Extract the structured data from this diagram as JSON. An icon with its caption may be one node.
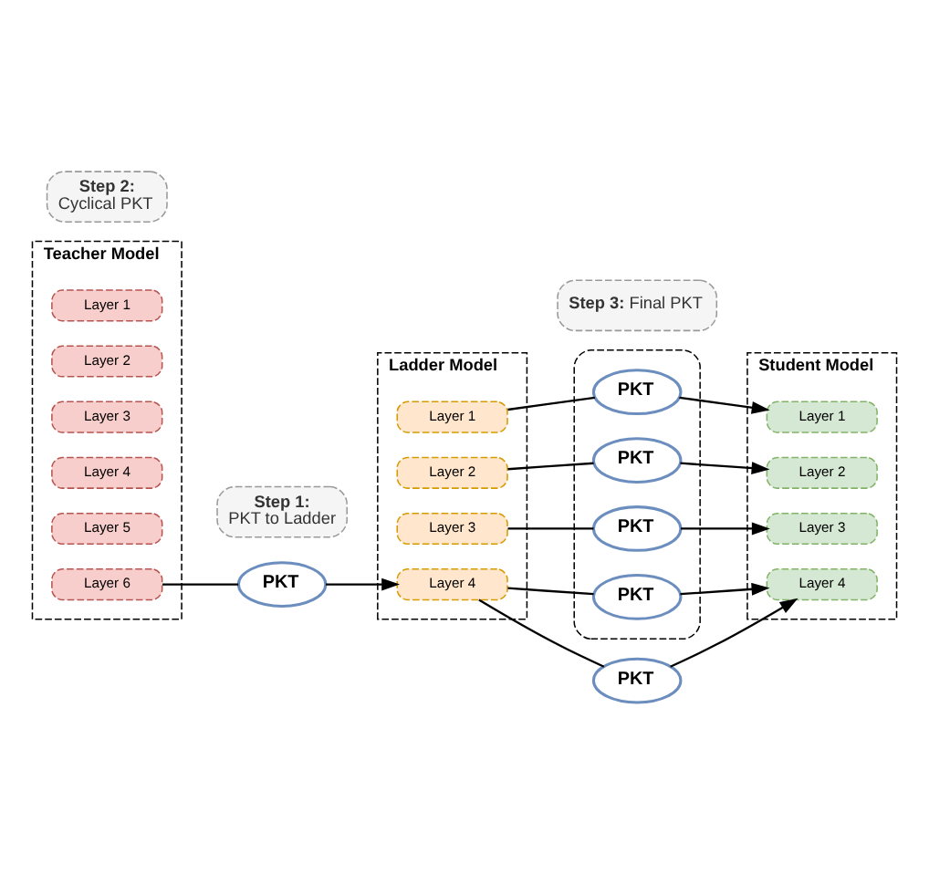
{
  "diagram": {
    "nodes": [
      {
        "text": [
          "Teacher Model"
        ]
      },
      {
        "text": [
          "Layer 1"
        ],
        "in": 0
      },
      {
        "text": [
          "Layer 2"
        ],
        "in": 0
      },
      {
        "text": [
          "Layer 3"
        ],
        "in": 0
      },
      {
        "text": [
          "Layer 4"
        ],
        "in": 0
      },
      {
        "text": [
          "Layer 5"
        ],
        "in": 0
      },
      {
        "text": [
          "Layer 6"
        ],
        "in": 0
      },
      {
        "text": [
          "Ladder Model"
        ]
      },
      {
        "text": [
          "Layer 1"
        ],
        "in": 7
      },
      {
        "text": [
          "Layer 2"
        ],
        "in": 7
      },
      {
        "text": [
          "Layer 3"
        ],
        "in": 7
      },
      {
        "text": [
          "Layer 4"
        ],
        "in": 7
      },
      {
        "text": [
          "Student Model"
        ]
      },
      {
        "text": [
          "Layer 1"
        ],
        "in": 12
      },
      {
        "text": [
          "Layer 2"
        ],
        "in": 12
      },
      {
        "text": [
          "Layer 3"
        ],
        "in": 12
      },
      {
        "text": [
          "Layer 4"
        ],
        "in": 12
      },
      {
        "text": [],
        "shape": "ellipse"
      },
      {
        "text": [
          "PKT"
        ],
        "in": 17
      },
      {
        "text": [
          "PKT"
        ],
        "in": 17
      },
      {
        "text": [
          "PKT"
        ],
        "in": 17
      },
      {
        "text": [
          "PKT"
        ],
        "in": 17
      },
      {
        "text": [
          "Step 2:",
          "Cyclical PKT"
        ]
      },
      {
        "text": [
          "PKT"
        ]
      },
      {
        "text": [
          "Step 1:",
          "PKT to Ladder"
        ]
      },
      {
        "text": [
          "PKT"
        ]
      },
      {
        "text": [
          "**Step 3:** Final PKT"
        ]
      }
    ],
    "edges": [
      {
        "from": 6,
        "to": 23,
        "arrow": "none"
      },
      {
        "from": 23,
        "to": 11,
        "arrow": "to"
      },
      {
        "from": 8,
        "to": 18,
        "arrow": "none"
      },
      {
        "from": 18,
        "to": 13,
        "arrow": "to"
      },
      {
        "from": 9,
        "to": 19,
        "arrow": "none"
      },
      {
        "from": 19,
        "to": 14,
        "arrow": "to"
      },
      {
        "from": 10,
        "to": 20,
        "arrow": "none"
      },
      {
        "from": 20,
        "to": 15,
        "arrow": "to"
      },
      {
        "from": 11,
        "to": 21,
        "arrow": "none"
      },
      {
        "from": 21,
        "to": 16,
        "arrow": "to"
      },
      {
        "from": 11,
        "to": 25,
        "arrow": "none"
      },
      {
        "from": 25,
        "to": 16,
        "arrow": "to"
      }
    ]
  }
}
